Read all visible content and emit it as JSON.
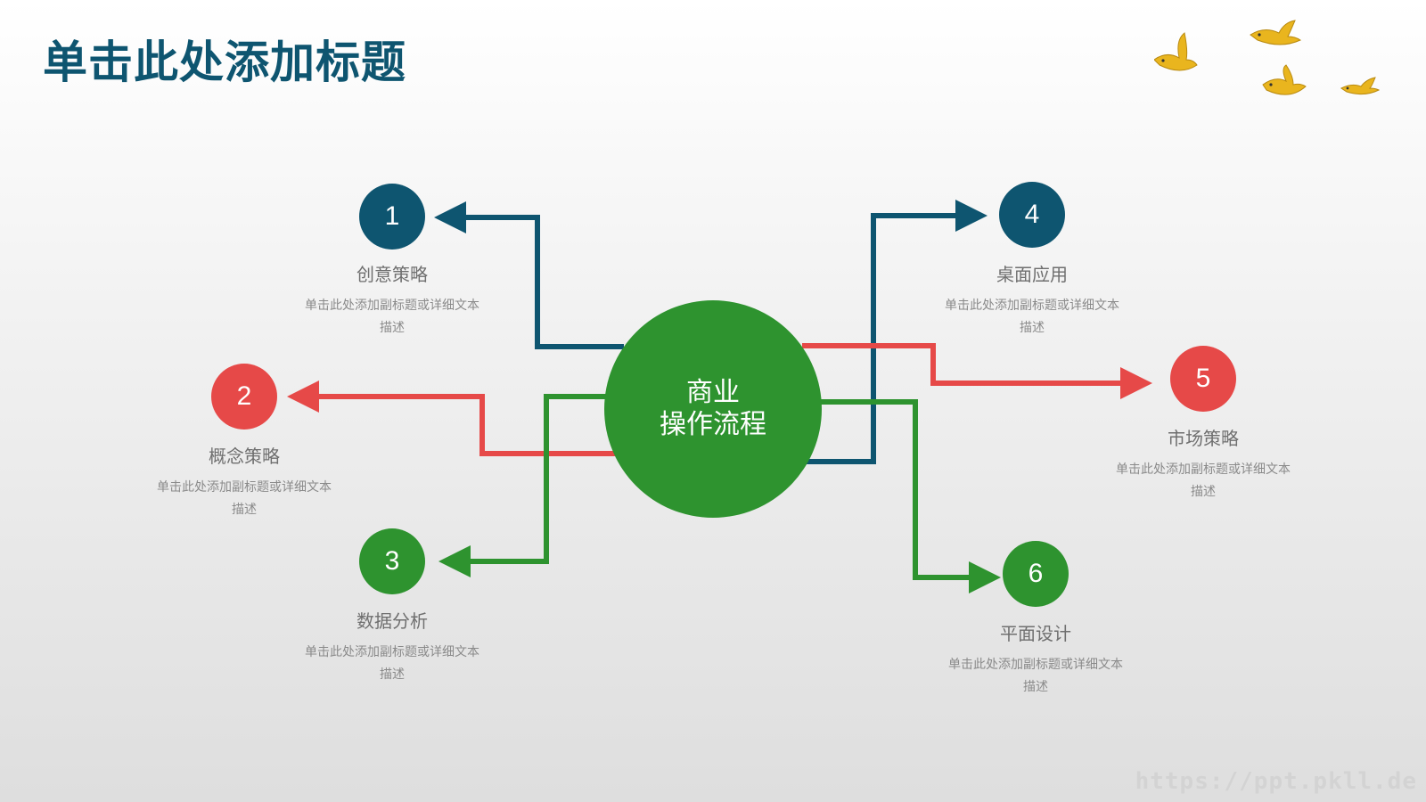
{
  "title": "单击此处添加标题",
  "center": {
    "line1": "商业",
    "line2": "操作流程"
  },
  "colors": {
    "blue": "#0e5570",
    "red": "#e64948",
    "green": "#2e932f",
    "title": "#0e5570"
  },
  "nodes": [
    {
      "number": "1",
      "name": "创意策略",
      "desc1": "单击此处添加副标题或详细文本",
      "desc2": "描述",
      "color": "blue"
    },
    {
      "number": "2",
      "name": "概念策略",
      "desc1": "单击此处添加副标题或详细文本",
      "desc2": "描述",
      "color": "red"
    },
    {
      "number": "3",
      "name": "数据分析",
      "desc1": "单击此处添加副标题或详细文本",
      "desc2": "描述",
      "color": "green"
    },
    {
      "number": "4",
      "name": "桌面应用",
      "desc1": "单击此处添加副标题或详细文本",
      "desc2": "描述",
      "color": "blue"
    },
    {
      "number": "5",
      "name": "市场策略",
      "desc1": "单击此处添加副标题或详细文本",
      "desc2": "描述",
      "color": "red"
    },
    {
      "number": "6",
      "name": "平面设计",
      "desc1": "单击此处添加副标题或详细文本",
      "desc2": "描述",
      "color": "green"
    }
  ],
  "decoration": {
    "icon": "flying-birds-icon"
  },
  "watermark": "https://ppt.pkll.de"
}
